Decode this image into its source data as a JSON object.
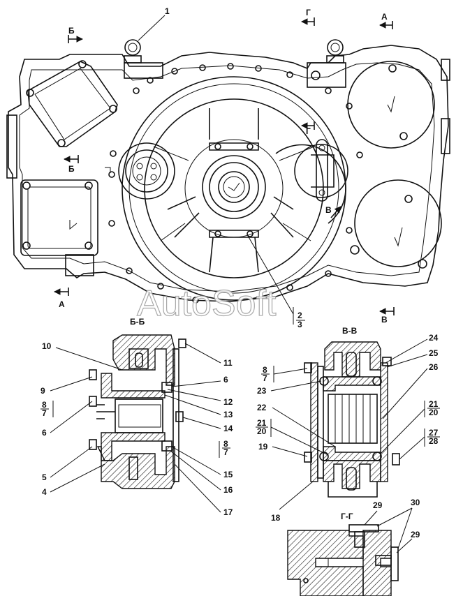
{
  "watermark": "AutoSoft",
  "views": {
    "main": {
      "section_marks": [
        "Б",
        "Б",
        "Г",
        "Г",
        "А",
        "А",
        "В",
        "В"
      ]
    },
    "section_bb": {
      "title": "Б-Б"
    },
    "section_vv": {
      "title": "В-В"
    },
    "section_gg": {
      "title": "Г-Г"
    }
  },
  "callouts": {
    "main": [
      "1",
      "2",
      "3"
    ],
    "bb_left": [
      "10",
      "9",
      "8",
      "7",
      "6",
      "5",
      "4"
    ],
    "bb_right": [
      "11",
      "6",
      "12",
      "13",
      "14",
      "8",
      "7",
      "15",
      "16",
      "17"
    ],
    "vv_left": [
      "8",
      "7",
      "23",
      "22",
      "21",
      "20",
      "19",
      "18"
    ],
    "vv_right": [
      "24",
      "25",
      "26",
      "21",
      "20",
      "27",
      "28"
    ],
    "gg": [
      "29",
      "30",
      "29"
    ]
  }
}
